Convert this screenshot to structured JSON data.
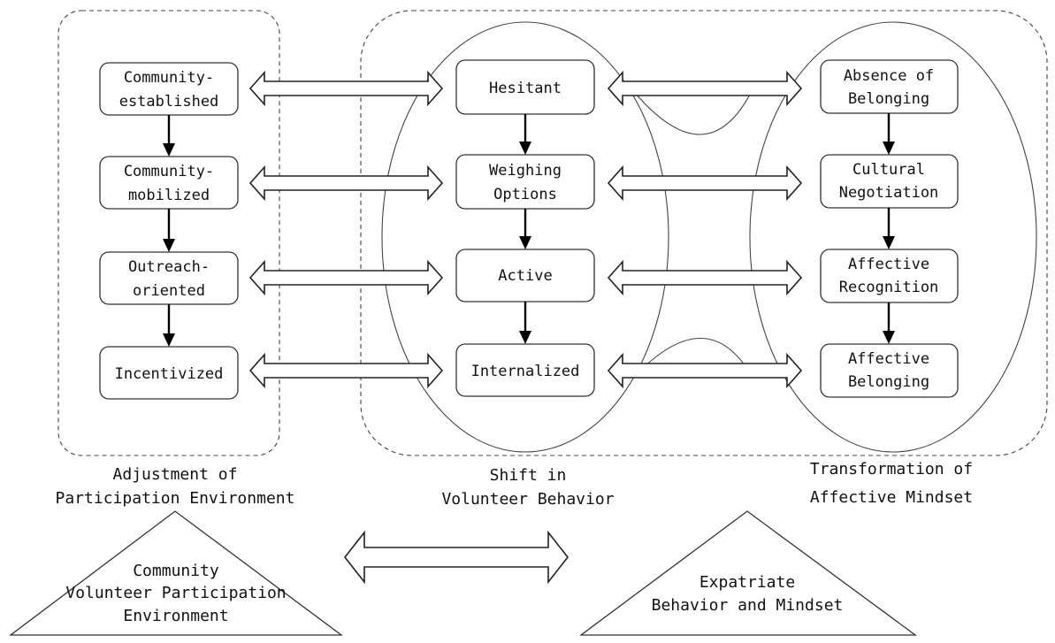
{
  "columns": {
    "environment": {
      "label": [
        "Adjustment of",
        "Participation Environment"
      ],
      "stages": [
        [
          "Community-",
          "established"
        ],
        [
          "Community-",
          "mobilized"
        ],
        [
          "Outreach-",
          "oriented"
        ],
        [
          "Incentivized"
        ]
      ]
    },
    "behavior": {
      "label": [
        "Shift in",
        "Volunteer Behavior"
      ],
      "stages": [
        [
          "Hesitant"
        ],
        [
          "Weighing",
          "Options"
        ],
        [
          "Active"
        ],
        [
          "Internalized"
        ]
      ]
    },
    "mindset": {
      "label": [
        "Transformation of",
        "Affective Mindset"
      ],
      "stages": [
        [
          "Absence of",
          "Belonging"
        ],
        [
          "Cultural",
          "Negotiation"
        ],
        [
          "Affective",
          "Recognition"
        ],
        [
          "Affective",
          "Belonging"
        ]
      ]
    }
  },
  "bottom": {
    "left_triangle": [
      "Community",
      "Volunteer Participation",
      "Environment"
    ],
    "right_triangle": [
      "Expatriate",
      "Behavior and Mindset"
    ]
  }
}
